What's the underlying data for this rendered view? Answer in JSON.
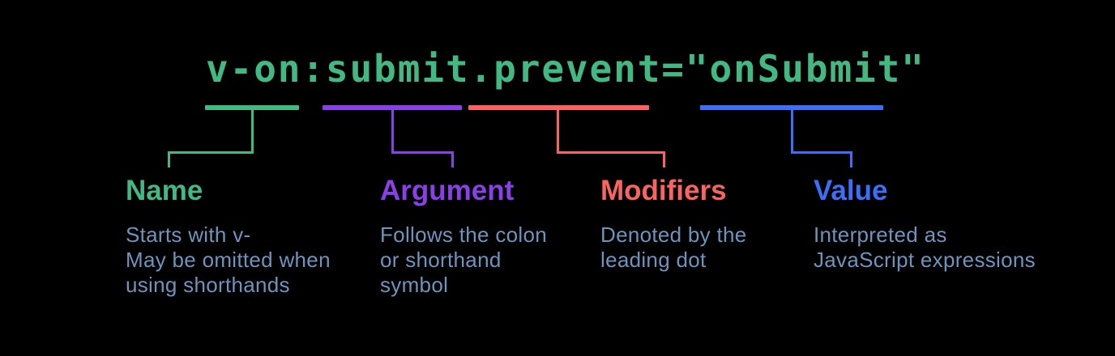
{
  "background_color": "#000000",
  "code": {
    "text": "v-on:submit.prevent=\"onSubmit\"",
    "color": "#42b883"
  },
  "description_text_color": "#6d94be",
  "segments": [
    {
      "id": "name",
      "label": "Name",
      "color": "#42b883",
      "description_lines": [
        "Starts with v-",
        "May be omitted when",
        "using shorthands"
      ]
    },
    {
      "id": "argument",
      "label": "Argument",
      "color": "#8a3fe8",
      "description_lines": [
        "Follows the colon",
        "or shorthand",
        "symbol"
      ]
    },
    {
      "id": "modifiers",
      "label": "Modifiers",
      "color": "#fa6361",
      "description_lines": [
        "Denoted by the",
        "leading dot"
      ]
    },
    {
      "id": "value",
      "label": "Value",
      "color": "#3d6ef7",
      "description_lines": [
        "Interpreted as",
        "JavaScript expressions"
      ]
    }
  ]
}
